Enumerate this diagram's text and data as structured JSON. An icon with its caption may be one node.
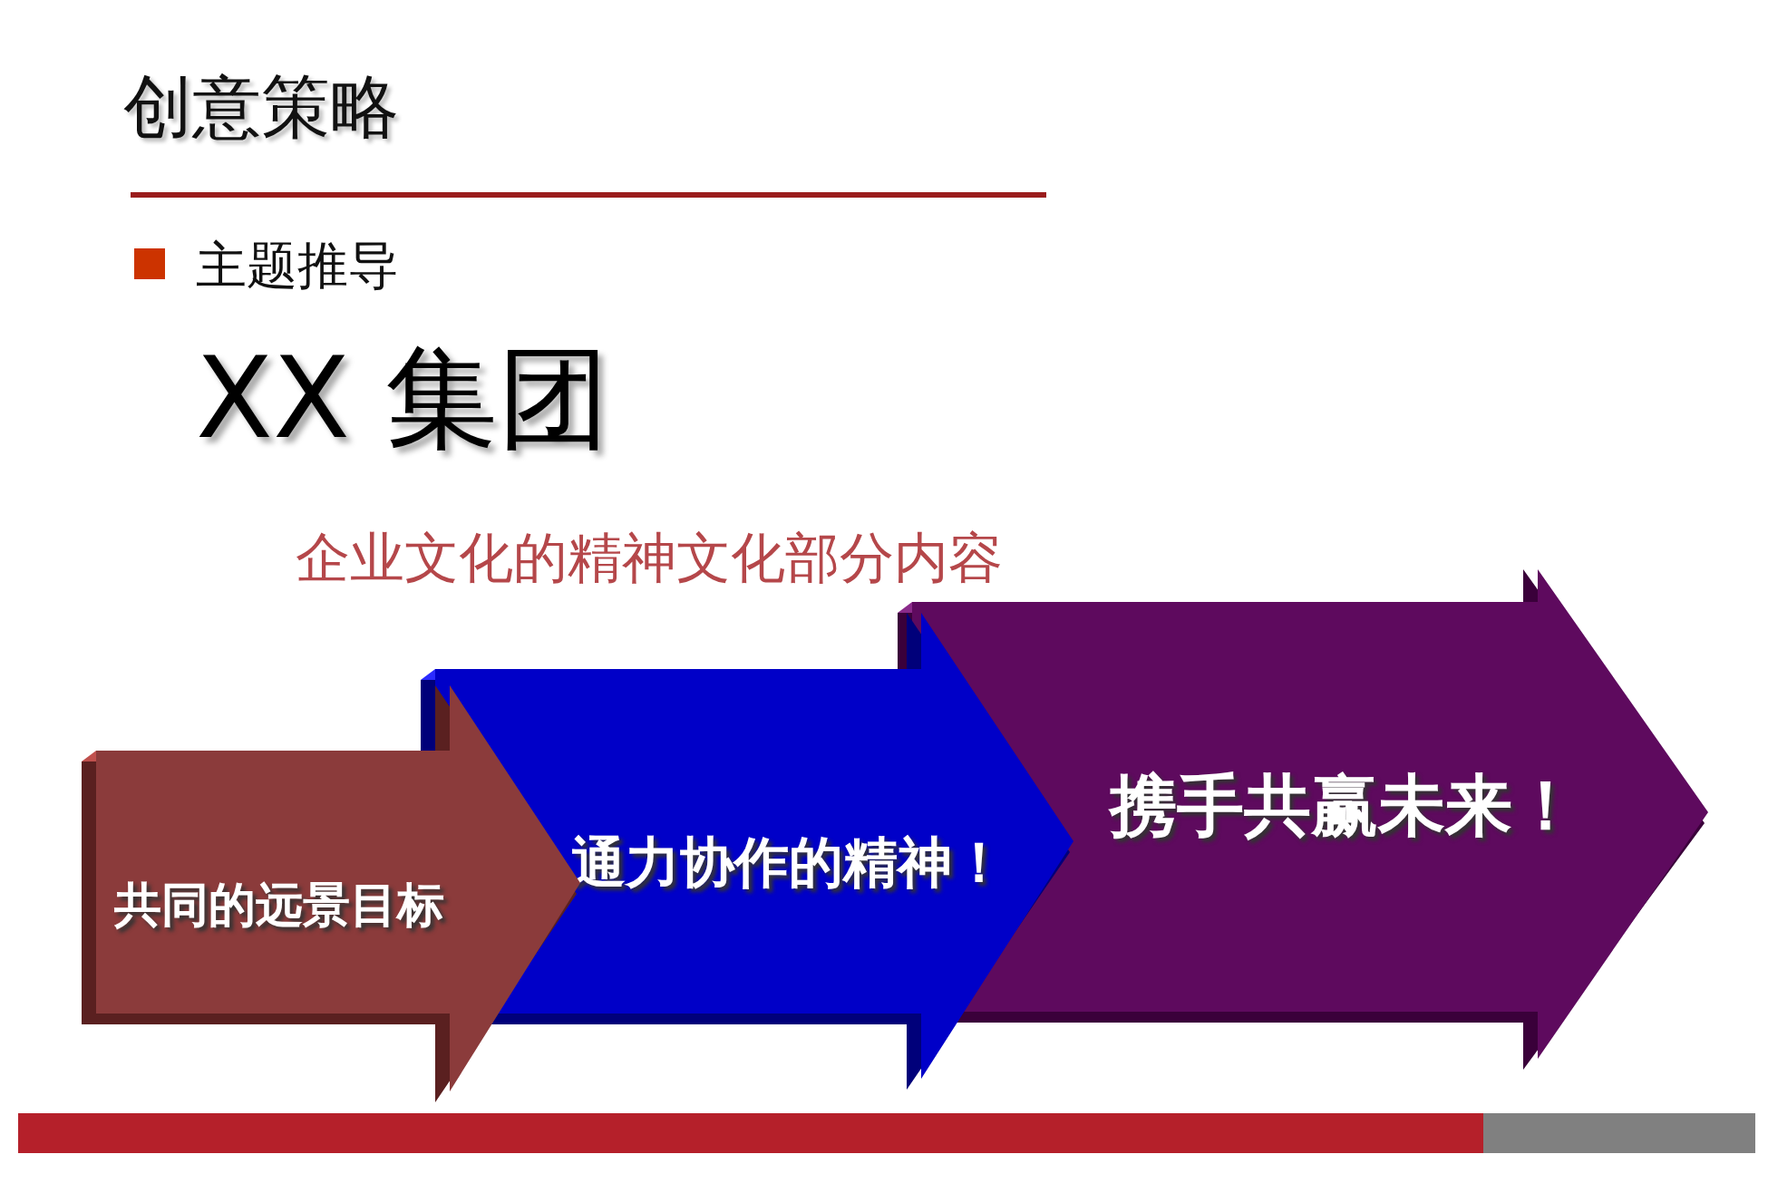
{
  "diagram": {
    "title": "创意策略",
    "nodes": [
      {
        "text": [
          "共同的远景目标"
        ]
      },
      {
        "text": [
          "通力协作的精神！"
        ]
      },
      {
        "text": [
          "携手共赢未来！"
        ]
      }
    ],
    "labels": [
      "主题推导",
      "XX 集团",
      "企业文化的精神文化部分内容"
    ]
  }
}
